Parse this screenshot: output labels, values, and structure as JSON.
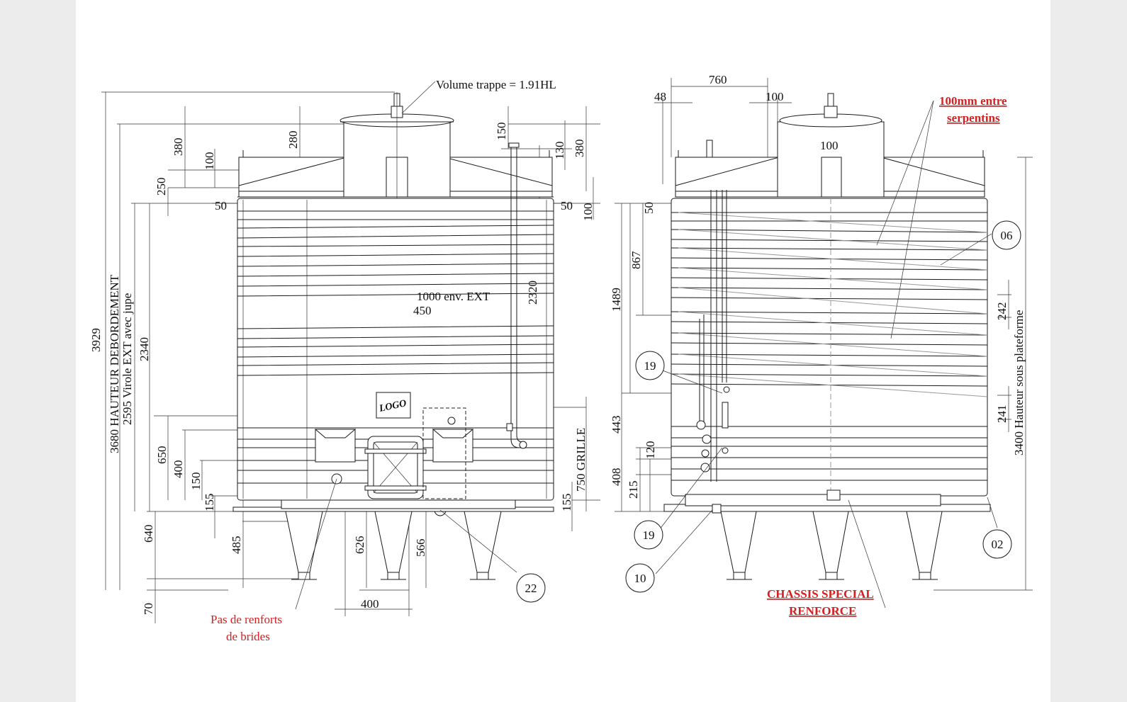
{
  "annotations": {
    "volume_trappe": "Volume trappe = 1.91HL",
    "entre_serpentins_1": "100mm entre",
    "entre_serpentins_2": "serpentins",
    "renforts_1": "Pas de renforts",
    "renforts_2": "de brides",
    "chassis_1": "CHASSIS SPECIAL",
    "chassis_2": "RENFORCE",
    "logo": "LOGO",
    "diam_ext": "1000 env. EXT",
    "grille": "750 GRILLE",
    "hauteur_plateforme": "3400 Hauteur sous plateforme",
    "hauteur_debordement": "3680 HAUTEUR DEBORDEMENT",
    "virole": "2595 Virole EXT avec jupe"
  },
  "left_view": {
    "dims_vertical": [
      "3929",
      "2340",
      "650",
      "400",
      "150",
      "155",
      "640",
      "70",
      "485",
      "626",
      "566",
      "380",
      "280",
      "100",
      "250",
      "150",
      "130",
      "380",
      "100",
      "2320",
      "155"
    ],
    "dims_horizontal": [
      "50",
      "50",
      "450",
      "400"
    ]
  },
  "right_view": {
    "dims_horizontal": [
      "760",
      "48",
      "100",
      "100"
    ],
    "dims_vertical": [
      "50",
      "867",
      "1489",
      "443",
      "120",
      "408",
      "215",
      "242",
      "241"
    ]
  },
  "callouts": [
    "22",
    "06",
    "19",
    "19",
    "10",
    "02"
  ]
}
